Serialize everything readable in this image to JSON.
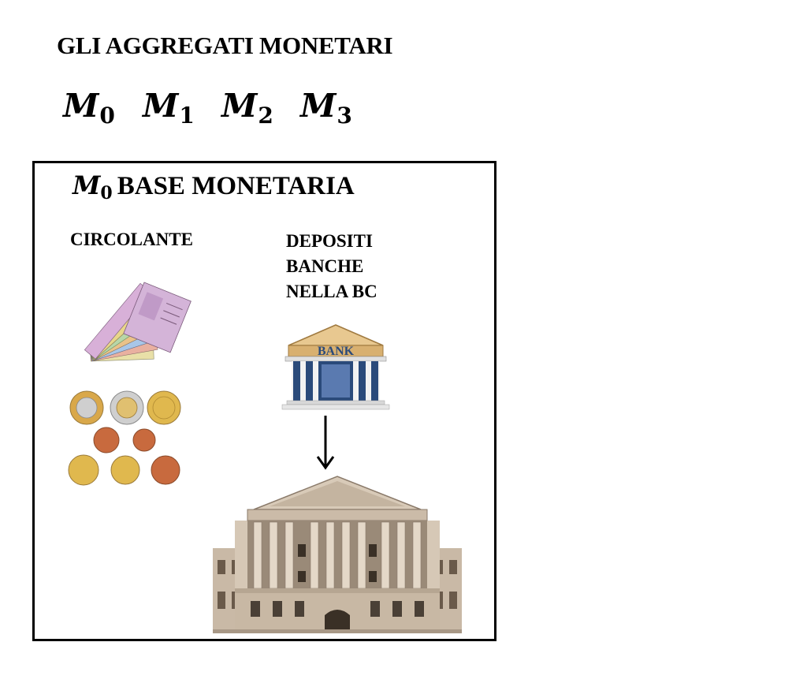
{
  "title": "GLI AGGREGATI MONETARI",
  "aggregates": [
    {
      "symbol": "M",
      "sub": "0"
    },
    {
      "symbol": "M",
      "sub": "1"
    },
    {
      "symbol": "M",
      "sub": "2"
    },
    {
      "symbol": "M",
      "sub": "3"
    }
  ],
  "box": {
    "symbol": "M",
    "sub": "0",
    "title": "BASE MONETARIA",
    "circolante_label": "CIRCOLANTE",
    "depositi_lines": [
      "DEPOSITI",
      "BANCHE",
      "NELLA BC"
    ],
    "bank_sign": "BANK"
  },
  "colors": {
    "border": "#000000",
    "gold": "#d9a84a",
    "copper": "#c86a3e",
    "silver": "#cfcfcf",
    "stone": "#c9b9a6",
    "bank_blue": "#2a4a7a"
  }
}
